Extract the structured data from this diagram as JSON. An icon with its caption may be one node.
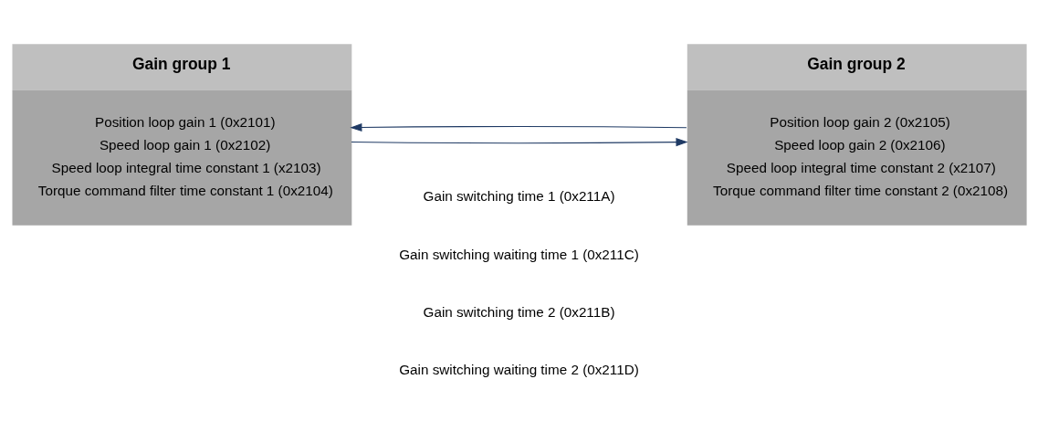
{
  "diagram": {
    "nodes": [
      {
        "text": [
          "Gain group 1",
          "Position loop gain 1 (0x2101)",
          "Speed loop gain 1 (0x2102)",
          "Speed loop integral time constant 1 (x2103)",
          "Torque command filter time constant 1 (0x2104)"
        ]
      },
      {
        "text": [
          "Gain group 2",
          "Position loop gain 2 (0x2105)",
          "Speed loop gain 2 (0x2106)",
          "Speed loop integral time constant 2 (x2107)",
          "Torque command filter time constant 2 (0x2108)"
        ]
      }
    ],
    "edges": [
      {
        "from": 0,
        "to": 1,
        "arrow": "to"
      },
      {
        "from": 1,
        "to": 0,
        "arrow": "to"
      }
    ],
    "labels": [
      "Gain switching time 1 (0x211A)",
      "Gain switching waiting time 1 (0x211C)",
      "Gain switching time 2 (0x211B)",
      "Gain switching waiting time 2 (0x211D)"
    ]
  }
}
